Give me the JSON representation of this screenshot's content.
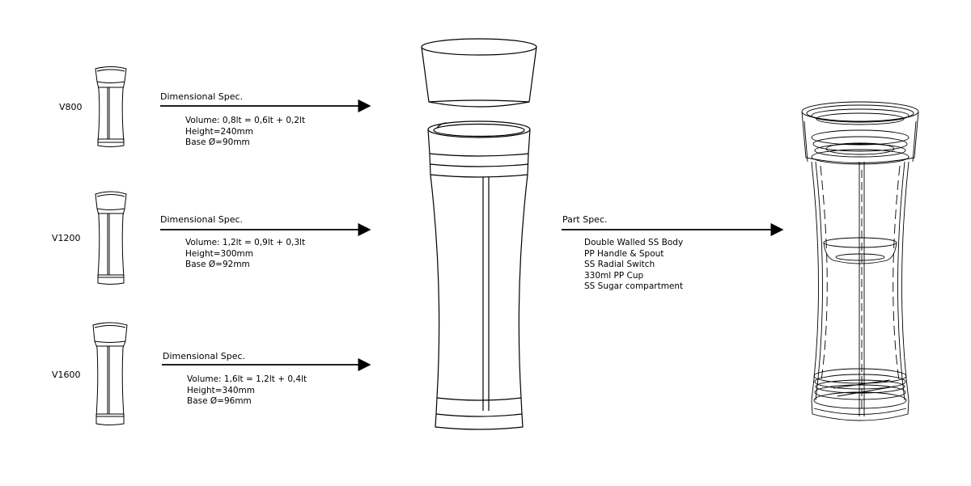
{
  "variants": [
    {
      "name": "V800",
      "heading": "Dimensional Spec.",
      "lines": [
        "Volume: 0,8lt = 0,6lt + 0,2lt",
        "Height=240mm",
        "Base Ø=90mm"
      ]
    },
    {
      "name": "V1200",
      "heading": "Dimensional Spec.",
      "lines": [
        "Volume: 1,2lt = 0,9lt + 0,3lt",
        "Height=300mm",
        "Base Ø=92mm"
      ]
    },
    {
      "name": "V1600",
      "heading": "Dimensional Spec.",
      "lines": [
        "Volume: 1,6lt = 1,2lt + 0,4lt",
        "Height=340mm",
        "Base Ø=96mm"
      ]
    }
  ],
  "parts": {
    "heading": "Part Spec.",
    "lines": [
      "Double Walled SS Body",
      "PP Handle & Spout",
      "SS Radial Switch",
      "330ml PP Cup",
      "SS Sugar compartment"
    ]
  }
}
